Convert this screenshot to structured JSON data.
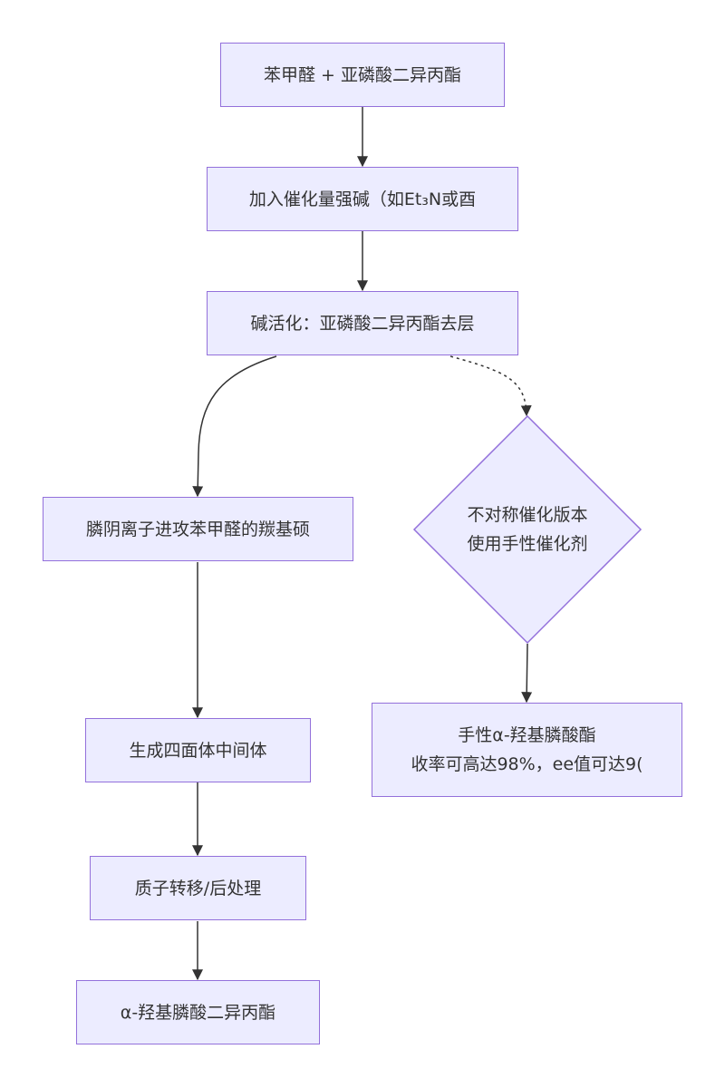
{
  "diagram": {
    "colors": {
      "node_fill": "#ECECFF",
      "node_border": "#9370DB",
      "edge": "#333333",
      "text": "#333333"
    },
    "nodes": {
      "reactants": {
        "label": "苯甲醛 + 亚磷酸二异丙酯"
      },
      "add_base": {
        "label": "加入催化量强碱（如Et₃N或酉"
      },
      "base_activation": {
        "label": "碱活化：亚磷酸二异丙酯去层"
      },
      "phosphorus_attack": {
        "label": "膦阴离子进攻苯甲醛的羰基硕"
      },
      "tetrahedral_intermediate": {
        "label": "生成四面体中间体"
      },
      "proton_transfer": {
        "label": "质子转移/后处理"
      },
      "product": {
        "label": "α-羟基膦酸二异丙酯"
      },
      "asymmetric_version": {
        "line1": "不对称催化版本",
        "line2": "使用手性催化剂"
      },
      "chiral_product": {
        "line1": "手性α-羟基膦酸酯",
        "line2": "收率可高达98%，ee值可达9("
      }
    }
  }
}
